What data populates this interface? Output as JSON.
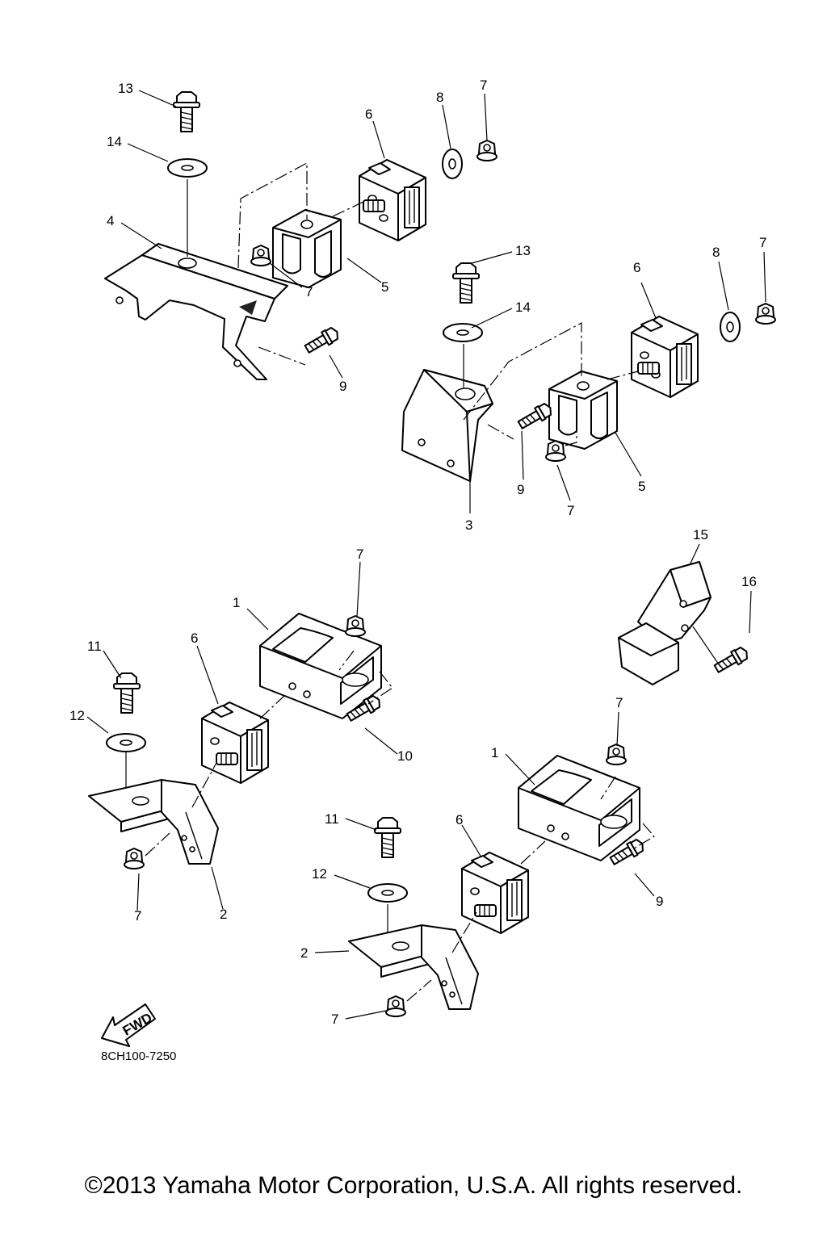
{
  "diagram": {
    "drawing_code": "8CH100-7250",
    "fwd_label": "FWD",
    "copyright": "©2013 Yamaha Motor Corporation, U.S.A. All rights reserved.",
    "callouts": {
      "a13": "13",
      "a14": "14",
      "a4": "4",
      "a6": "6",
      "a8": "8",
      "a7_top": "7",
      "a7_mid": "7",
      "a5": "5",
      "a9": "9",
      "b13": "13",
      "b14": "14",
      "b6": "6",
      "b8": "8",
      "b7_top": "7",
      "b3": "3",
      "b9": "9",
      "b7_bot": "7",
      "b5": "5",
      "c15": "15",
      "c16": "16",
      "d7_top": "7",
      "d1": "1",
      "d6": "6",
      "d11": "11",
      "d12": "12",
      "d10": "10",
      "d7_bot": "7",
      "d2": "2",
      "e7_top": "7",
      "e1": "1",
      "e6": "6",
      "e11": "11",
      "e12": "12",
      "e9": "9",
      "e2": "2",
      "e7_bot": "7"
    }
  }
}
